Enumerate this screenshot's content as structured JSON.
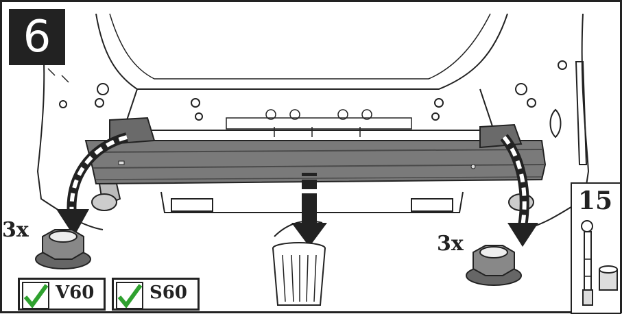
{
  "step": "6",
  "fasteners": {
    "left_quantity": "3x",
    "right_quantity": "3x"
  },
  "tool": {
    "torque_label": "15"
  },
  "compatibility": [
    {
      "model": "V60"
    },
    {
      "model": "S60"
    }
  ],
  "icons": {
    "check": "check-mark-icon",
    "bin": "trash-bin-icon",
    "nut": "flange-nut-icon",
    "wrench": "socket-wrench-icon"
  },
  "colors": {
    "line": "#222222",
    "check_green": "#2fa12f",
    "bumper_beam": "#6e6e6e"
  }
}
